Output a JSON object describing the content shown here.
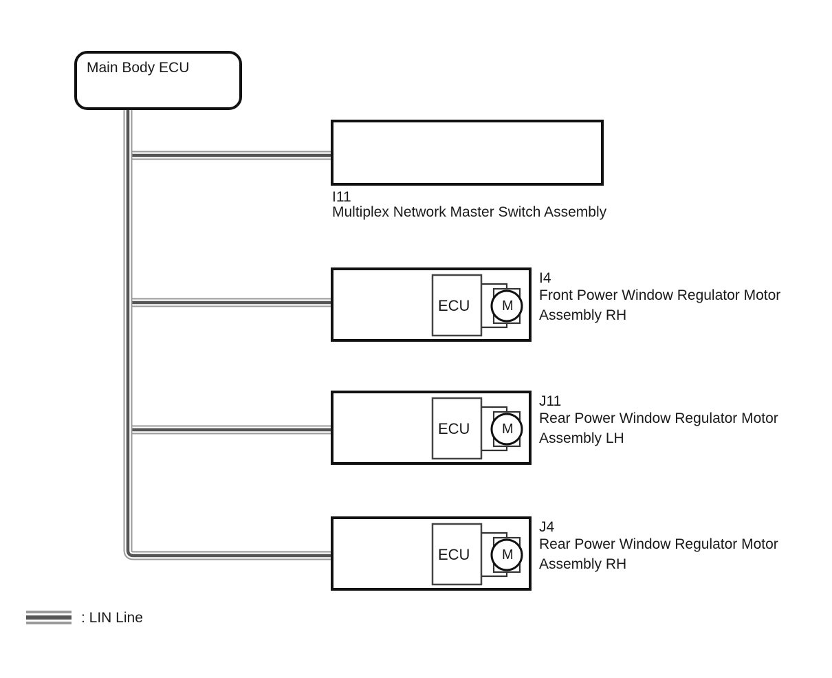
{
  "diagram": {
    "title_box": {
      "label": "Main Body ECU",
      "name": "main-body-ecu"
    },
    "legend": {
      "symbol": "triple-line",
      "text": ": LIN Line"
    },
    "colors": {
      "outline": "#111111",
      "lin_outer": "#9a9a9a",
      "lin_inner": "#555555",
      "background": "#ffffff",
      "inner_box_border": "#444444"
    },
    "nodes": [
      {
        "id": "I11",
        "code": "I11",
        "name_line1": "Multiplex Network Master Switch Assembly",
        "name_line2": "",
        "has_motor": false,
        "ecu_label": "",
        "motor_label": "",
        "label_position": "below"
      },
      {
        "id": "I4",
        "code": "I4",
        "name_line1": "Front Power Window Regulator Motor",
        "name_line2": "Assembly RH",
        "has_motor": true,
        "ecu_label": "ECU",
        "motor_label": "M",
        "label_position": "right"
      },
      {
        "id": "J11",
        "code": "J11",
        "name_line1": "Rear Power Window Regulator Motor",
        "name_line2": "Assembly LH",
        "has_motor": true,
        "ecu_label": "ECU",
        "motor_label": "M",
        "label_position": "right"
      },
      {
        "id": "J4",
        "code": "J4",
        "name_line1": "Rear Power Window Regulator Motor",
        "name_line2": "Assembly RH",
        "has_motor": true,
        "ecu_label": "ECU",
        "motor_label": "M",
        "label_position": "right"
      }
    ]
  }
}
